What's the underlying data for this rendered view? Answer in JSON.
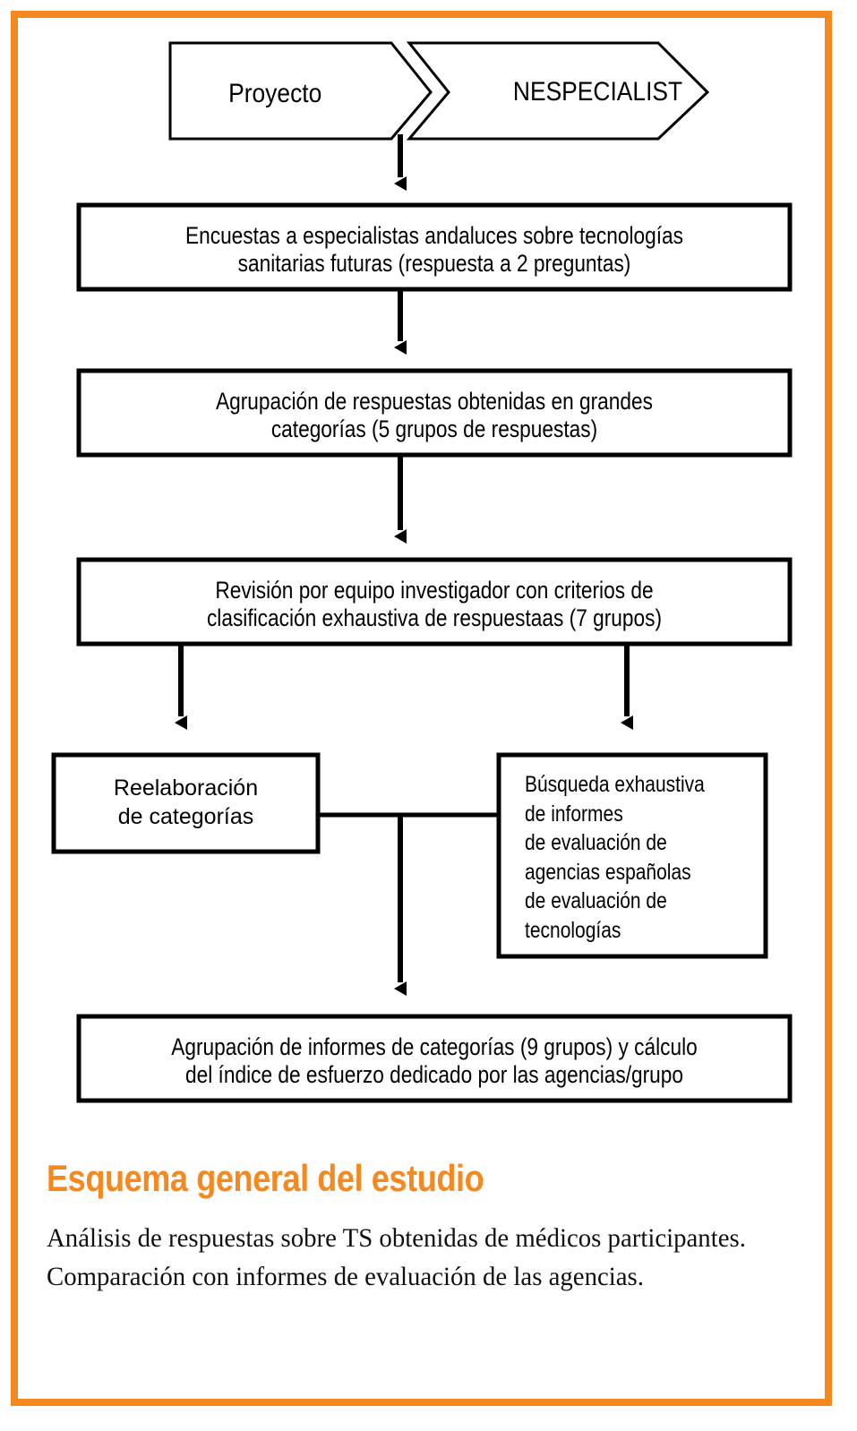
{
  "frame": {
    "border_color": "#F5881F",
    "background": "#ffffff"
  },
  "diagram": {
    "type": "flowchart",
    "orientation": "top-to-bottom",
    "chevrons": [
      {
        "id": "chevron-proyecto",
        "label": "Proyecto"
      },
      {
        "id": "chevron-nespecialist",
        "label": "NESPECIALIST"
      }
    ],
    "nodes": [
      {
        "id": "node-encuestas",
        "label": "Encuestas a especialistas andaluces sobre tecnologías\nsanitarias futuras (respuesta a 2 preguntas)"
      },
      {
        "id": "node-agrupacion-respuestas",
        "label": "Agrupación de respuestas obtenidas en grandes\ncategorías (5 grupos de respuestas)"
      },
      {
        "id": "node-revision-equipo",
        "label": "Revisión por equipo investigador con criterios de\nclasificación exhaustiva de respuestaas (7 grupos)"
      },
      {
        "id": "node-reelaboracion",
        "label": "Reelaboración\nde categorías"
      },
      {
        "id": "node-busqueda-informes",
        "label": "Búsqueda exhaustiva\nde informes\nde evaluación de\nagencias españolas\nde evaluación de\ntecnologías"
      },
      {
        "id": "node-agrupacion-informes",
        "label": "Agrupación de informes de categorías (9 grupos) y cálculo\ndel índice de esfuerzo dedicado por las agencias/grupo"
      }
    ],
    "connectors": [
      {
        "from": "chevron-nespecialist",
        "to": "node-encuestas",
        "kind": "arrow-down"
      },
      {
        "from": "node-encuestas",
        "to": "node-agrupacion-respuestas",
        "kind": "arrow-down"
      },
      {
        "from": "node-agrupacion-respuestas",
        "to": "node-revision-equipo",
        "kind": "arrow-down"
      },
      {
        "from": "node-revision-equipo",
        "to": "node-reelaboracion",
        "kind": "arrow-down-branch-left"
      },
      {
        "from": "node-revision-equipo",
        "to": "node-busqueda-informes",
        "kind": "arrow-down-branch-right"
      },
      {
        "from": "node-reelaboracion+node-busqueda-informes",
        "to": "node-agrupacion-informes",
        "kind": "merge-arrow-down"
      }
    ]
  },
  "caption": {
    "title": "Esquema general del estudio",
    "title_color": "#F5881F",
    "description": "Análisis de respuestas sobre TS obtenidas de médicos participantes. Comparación con informes de evaluación de las agencias."
  }
}
